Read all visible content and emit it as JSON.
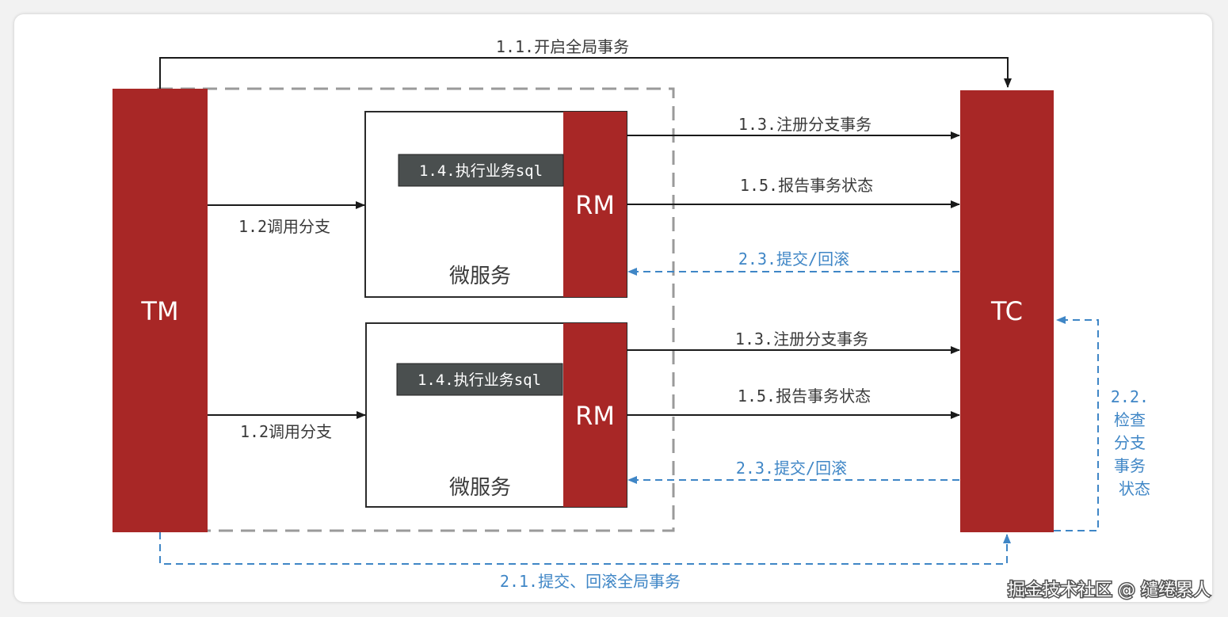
{
  "colors": {
    "red": "#a82726",
    "blue": "#3f86c6",
    "dark_box": "#4a4f4f",
    "line": "#1a1a1a",
    "text": "#3a3a3a"
  },
  "nodes": {
    "tm": "TM",
    "tc": "TC",
    "rm_top": "RM",
    "rm_bottom": "RM",
    "service_top": "微服务",
    "service_bottom": "微服务",
    "sql_top": "1.4.执行业务sql",
    "sql_bottom": "1.4.执行业务sql"
  },
  "edges": {
    "begin_global": "1.1.开启全局事务",
    "call_branch_top": "1.2调用分支",
    "call_branch_bottom": "1.2调用分支",
    "register_top": "1.3.注册分支事务",
    "register_bottom": "1.3.注册分支事务",
    "report_top": "1.5.报告事务状态",
    "report_bottom": "1.5.报告事务状态",
    "commit_rollback_top": "2.3.提交/回滚",
    "commit_rollback_bottom": "2.3.提交/回滚",
    "global_commit": "2.1.提交、回滚全局事务",
    "check_lines": [
      "2.2.",
      "检查",
      "分支",
      "事务",
      "状态"
    ]
  },
  "watermark": "掘金技术社区 @ 缱绻累人"
}
